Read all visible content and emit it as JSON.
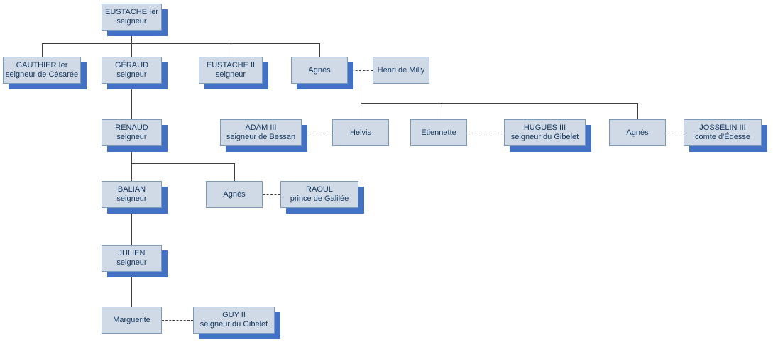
{
  "colors": {
    "box_fill": "#cfdae6",
    "box_border": "#7d9ab8",
    "text_color": "#17375e",
    "shadow_color": "#4372c4",
    "line_color": "#404040"
  },
  "nodes": {
    "eustache1": {
      "name": "EUSTACHE Ier",
      "title": "seigneur"
    },
    "gauthier1": {
      "name": "GAUTHIER Ier",
      "title": "seigneur de Césarée"
    },
    "geraud": {
      "name": "GÉRAUD",
      "title": "seigneur"
    },
    "eustache2": {
      "name": "EUSTACHE II",
      "title": "seigneur"
    },
    "agnes_1": {
      "name": "Agnès"
    },
    "henri_milly": {
      "name": "Henri de Milly"
    },
    "renaud": {
      "name": "RENAUD",
      "title": "seigneur"
    },
    "adam3": {
      "name": "ADAM III",
      "title": "seigneur de Bessan"
    },
    "helvis": {
      "name": "Helvis"
    },
    "etiennette": {
      "name": "Etiennette"
    },
    "hugues3": {
      "name": "HUGUES III",
      "title": "seigneur du Gibelet"
    },
    "agnes_2": {
      "name": "Agnès"
    },
    "josselin3": {
      "name": "JOSSELIN III",
      "title": "comte d'Édesse"
    },
    "balian": {
      "name": "BALIAN",
      "title": "seigneur"
    },
    "agnes_3": {
      "name": "Agnès"
    },
    "raoul": {
      "name": "RAOUL",
      "title": "prince de Galilée"
    },
    "julien": {
      "name": "JULIEN",
      "title": "seigneur"
    },
    "marguerite": {
      "name": "Marguerite"
    },
    "guy2": {
      "name": "GUY II",
      "title": "seigneur du Gibelet"
    }
  },
  "edges": {
    "descent": [
      [
        "eustache1",
        "gauthier1"
      ],
      [
        "eustache1",
        "geraud"
      ],
      [
        "eustache1",
        "eustache2"
      ],
      [
        "eustache1",
        "agnes_1"
      ],
      [
        "geraud",
        "renaud"
      ],
      [
        "agnes_1",
        "helvis"
      ],
      [
        "agnes_1",
        "etiennette"
      ],
      [
        "agnes_1",
        "agnes_2"
      ],
      [
        "renaud",
        "balian"
      ],
      [
        "renaud",
        "agnes_3"
      ],
      [
        "balian",
        "julien"
      ],
      [
        "julien",
        "marguerite"
      ]
    ],
    "marriage": [
      [
        "agnes_1",
        "henri_milly"
      ],
      [
        "adam3",
        "helvis"
      ],
      [
        "etiennette",
        "hugues3"
      ],
      [
        "agnes_2",
        "josselin3"
      ],
      [
        "agnes_3",
        "raoul"
      ],
      [
        "marguerite",
        "guy2"
      ]
    ]
  }
}
